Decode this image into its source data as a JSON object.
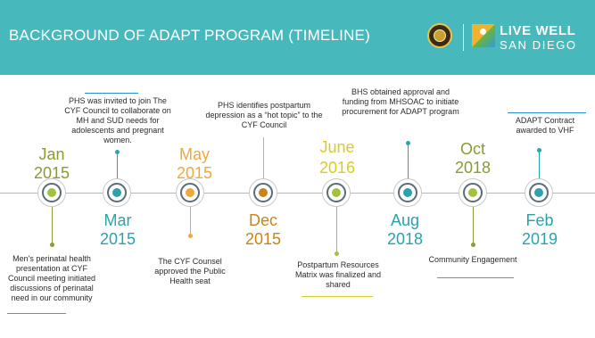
{
  "header": {
    "title": "BACKGROUND OF ADAPT PROGRAM (TIMELINE)",
    "logo_line1": "LIVE WELL",
    "logo_line2": "SAN DIEGO",
    "background_color": "#47b9bc"
  },
  "icons": [
    "county-seal-icon",
    "live-well-logo-icon"
  ],
  "colors": {
    "olive": "#8a9a34",
    "lime": "#a3c23b",
    "teal": "#2aa3ad",
    "orange": "#f0a83a",
    "amber": "#c8841a",
    "yellow": "#d6cd25",
    "blue": "#2a8fd0"
  },
  "timeline": [
    {
      "month": "Jan",
      "year": "2015",
      "text": "Men's perinatal health presentation at CYF Council meeting initiated discussions of perinatal need in our community"
    },
    {
      "month": "Mar",
      "year": "2015",
      "text": "PHS was invited to join The CYF Council to collaborate on MH and SUD needs for adolescents and pregnant women."
    },
    {
      "month": "May",
      "year": "2015",
      "text": "The CYF Counsel approved the Public Health seat"
    },
    {
      "month": "Dec",
      "year": "2015",
      "text": "PHS identifies postpartum depression as a “hot topic” to the CYF Council"
    },
    {
      "month": "June",
      "year": "2016",
      "text": "Postpartum Resources Matrix was finalized and shared"
    },
    {
      "month": "Aug",
      "year": "2018",
      "text": "BHS obtained approval and funding from MHSOAC to initiate procurement for ADAPT program"
    },
    {
      "month": "Oct",
      "year": "2018",
      "text": "Community Engagement"
    },
    {
      "month": "Feb",
      "year": "2019",
      "text": "ADAPT Contract awarded to VHF"
    }
  ]
}
